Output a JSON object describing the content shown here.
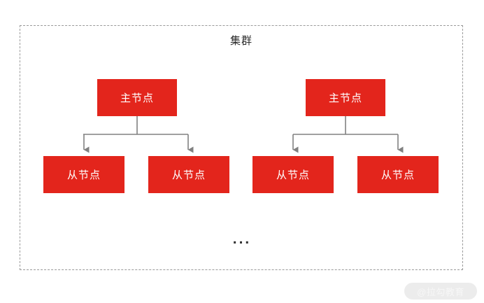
{
  "diagram": {
    "type": "tree",
    "title": "集群",
    "ellipsis": "...",
    "colors": {
      "node_fill": "#E3251C",
      "node_text": "#FFFFFF",
      "connector": "#808080",
      "container_border": "#9A9A9A",
      "background": "#FFFFFF",
      "title_text": "#2B2B2B",
      "watermark_pill": "#ECECEC",
      "watermark_text": "#F7F7F7"
    },
    "groups": [
      {
        "name": "left-cluster-group",
        "master": {
          "label": "主节点"
        },
        "slaves": [
          {
            "label": "从节点"
          },
          {
            "label": "从节点"
          }
        ]
      },
      {
        "name": "right-cluster-group",
        "master": {
          "label": "主节点"
        },
        "slaves": [
          {
            "label": "从节点"
          },
          {
            "label": "从节点"
          }
        ]
      }
    ]
  },
  "watermark": {
    "text": "@拉勾教育"
  }
}
